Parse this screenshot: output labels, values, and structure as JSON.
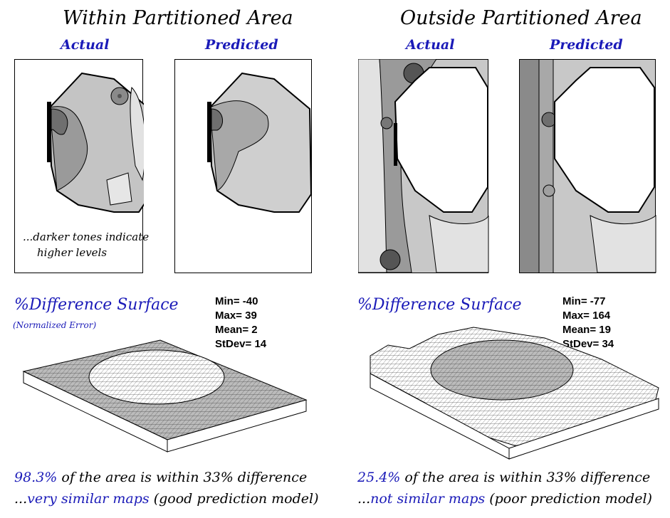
{
  "panels": [
    {
      "title": "Within Partitioned Area",
      "map_labels": [
        "Actual",
        "Predicted"
      ],
      "note": [
        "...darker tones indicate",
        "higher levels"
      ],
      "surface_title": "%Difference Surface",
      "surface_subtitle": "(Normalized Error)",
      "stats": [
        "Min= -40",
        "Max= 39",
        "Mean= 2",
        "StDev= 14"
      ],
      "footer_pct": "98.3%",
      "footer_line1": " of the area is within 33% difference",
      "footer_prefix": "...",
      "footer_highlight": "very similar maps",
      "footer_rest": " (good prediction model)"
    },
    {
      "title": "Outside Partitioned Area",
      "map_labels": [
        "Actual",
        "Predicted"
      ],
      "surface_title": "%Difference Surface",
      "stats": [
        "Min= -77",
        "Max= 164",
        "Mean= 19",
        "StDev= 34"
      ],
      "footer_pct": "25.4%",
      "footer_line1": " of the area is within 33% difference",
      "footer_prefix": "...",
      "footer_highlight": "not similar maps",
      "footer_rest": " (poor prediction model)"
    }
  ],
  "colors": {
    "accent": "#1a1ab8",
    "dark": "#707070",
    "mid": "#a8a8a8",
    "light": "#c8c8c8",
    "lightest": "#e4e4e4"
  }
}
